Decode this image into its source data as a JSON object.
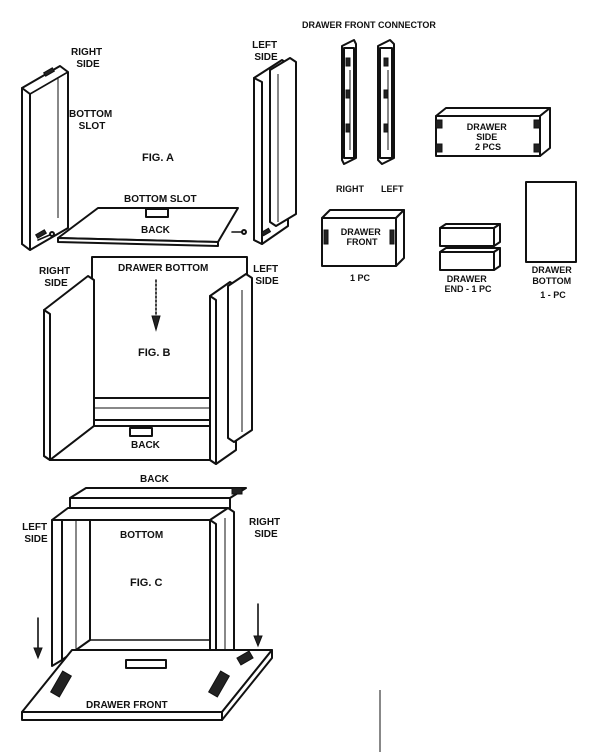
{
  "header": {
    "connector_title": "DRAWER FRONT CONNECTOR"
  },
  "fig_a": {
    "caption": "FIG. A",
    "right_side": [
      "RIGHT",
      "SIDE"
    ],
    "left_side": [
      "LEFT",
      "SIDE"
    ],
    "bottom_slot_vertical": [
      "BOTTOM",
      "SLOT"
    ],
    "bottom_slot": "BOTTOM SLOT",
    "back": "BACK"
  },
  "fig_b": {
    "caption": "FIG. B",
    "right_side": [
      "RIGHT",
      "SIDE"
    ],
    "left_side": [
      "LEFT",
      "SIDE"
    ],
    "drawer_bottom": "DRAWER BOTTOM",
    "back": "BACK"
  },
  "fig_c": {
    "caption": "FIG. C",
    "back": "BACK",
    "bottom": "BOTTOM",
    "left_side": [
      "LEFT",
      "SIDE"
    ],
    "right_side": [
      "RIGHT",
      "SIDE"
    ],
    "drawer_front": "DRAWER FRONT"
  },
  "parts": {
    "connector_right": "RIGHT",
    "connector_left": "LEFT",
    "drawer_side": [
      "DRAWER",
      "SIDE",
      "2 PCS"
    ],
    "drawer_front": [
      "DRAWER",
      "FRONT"
    ],
    "drawer_front_qty": "1 PC",
    "drawer_end": [
      "DRAWER",
      "END - 1 PC"
    ],
    "drawer_bottom": [
      "DRAWER",
      "BOTTOM",
      "1 - PC"
    ]
  }
}
